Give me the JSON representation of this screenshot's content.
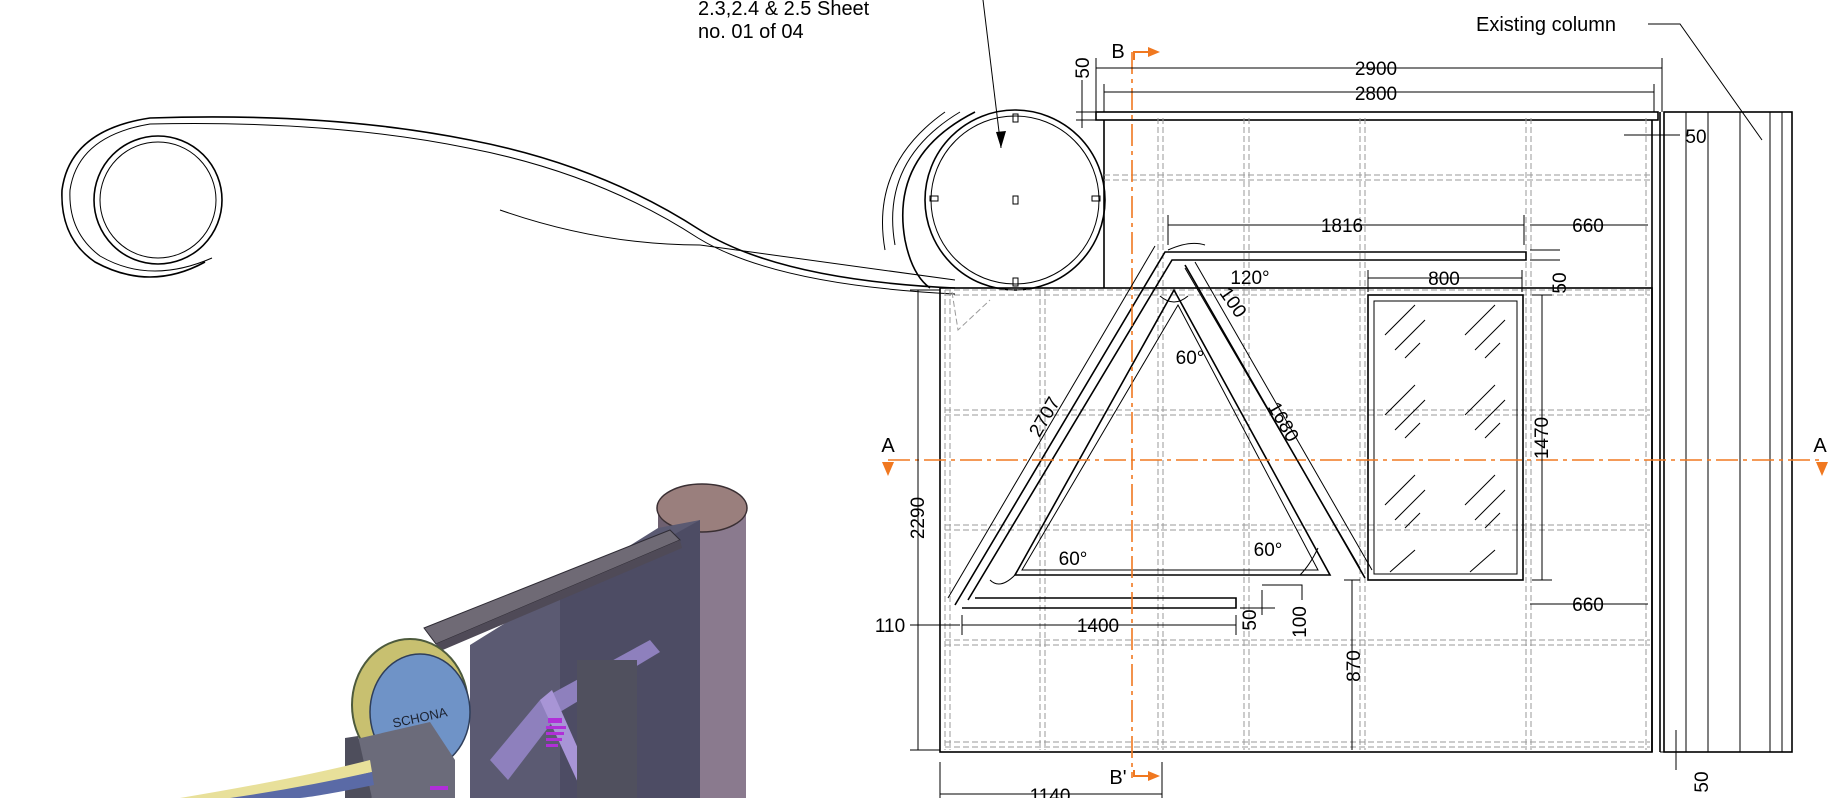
{
  "note": {
    "line1": "2.3,2.4 & 2.5  Sheet",
    "line2": "no. 01 of 04"
  },
  "labels": {
    "existing_column": "Existing column",
    "section_a_left": "A",
    "section_a_right": "A",
    "section_b_top": "B",
    "section_b_bottom": "B'",
    "logo_text": "SCHONA"
  },
  "dimensions": {
    "d2900": "2900",
    "d2800": "2800",
    "d50_top": "50",
    "d50_right": "50",
    "d1816": "1816",
    "d660_top": "660",
    "d800": "800",
    "d50_mid": "50",
    "a120": "120°",
    "d100_top": "100",
    "a60_top": "60°",
    "d2707": "2707",
    "d1680": "1680",
    "d1470": "1470",
    "d2290": "2290",
    "a60_left": "60°",
    "a60_right": "60°",
    "d110": "110",
    "d1400": "1400",
    "d50_low": "50",
    "d100_low": "100",
    "d660_low": "660",
    "d870": "870",
    "d50_bottom": "50",
    "d1140": "1140"
  },
  "colors": {
    "section_line": "#f07820",
    "line": "#000000",
    "grid": "#9a9a9a"
  }
}
